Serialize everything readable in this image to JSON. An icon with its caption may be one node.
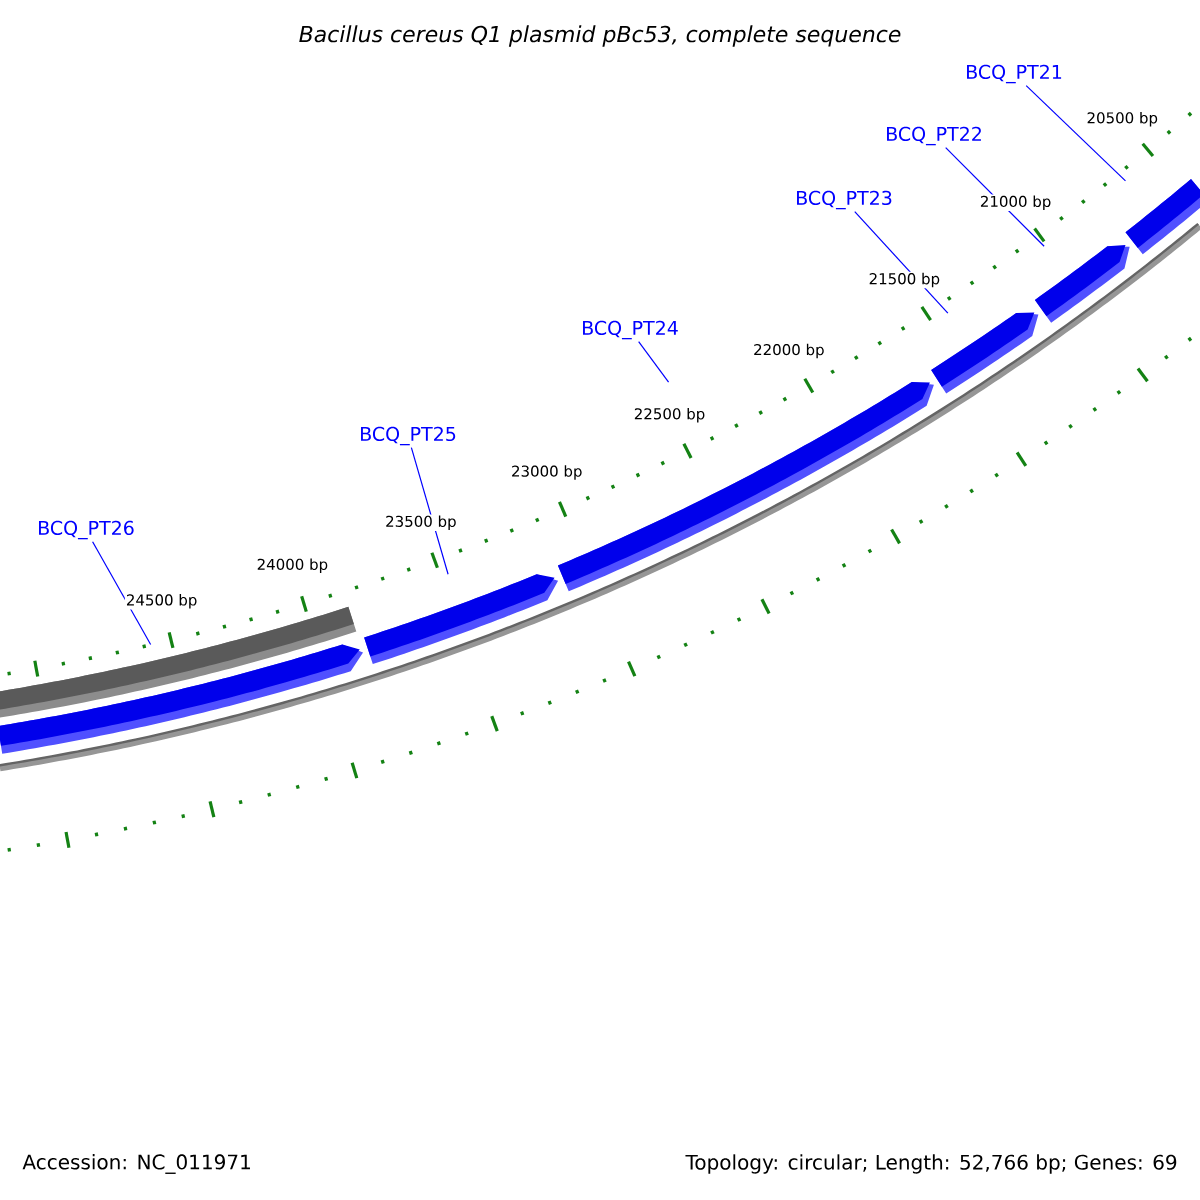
{
  "diagram": {
    "title": "Bacillus cereus Q1 plasmid pBc53, complete sequence",
    "nodes": [
      {
        "text": [
          "BCQ_PT21"
        ]
      },
      {
        "text": [
          "BCQ_PT22"
        ]
      },
      {
        "text": [
          "BCQ_PT23"
        ]
      },
      {
        "text": [
          "BCQ_PT24"
        ]
      },
      {
        "text": [
          "BCQ_PT25"
        ]
      },
      {
        "text": [
          "BCQ_PT26"
        ]
      },
      {
        "text": [],
        "shape": "bar"
      },
      {
        "text": [],
        "shape": "arrow"
      },
      {
        "text": [],
        "shape": "arrow"
      },
      {
        "text": [],
        "shape": "arrow"
      },
      {
        "text": [],
        "shape": "arrow"
      },
      {
        "text": [],
        "shape": "arrow"
      },
      {
        "text": [],
        "shape": "arrow"
      }
    ],
    "edges": [
      {
        "from": 0,
        "to": 12,
        "arrow": "none"
      },
      {
        "from": 1,
        "to": 11,
        "arrow": "none"
      },
      {
        "from": 2,
        "to": 10,
        "arrow": "none"
      },
      {
        "from": 3,
        "to": 9,
        "arrow": "none"
      },
      {
        "from": 4,
        "to": 8,
        "arrow": "none"
      },
      {
        "from": 5,
        "to": 7,
        "arrow": "none"
      }
    ],
    "labels": [
      "20500 bp",
      "21000 bp",
      "21500 bp",
      "22000 bp",
      "22500 bp",
      "23000 bp",
      "23500 bp",
      "24000 bp",
      "24500 bp",
      "Accession: NC_011971",
      "Topology: circular; Length: 52,766 bp; Genes: 69"
    ]
  }
}
